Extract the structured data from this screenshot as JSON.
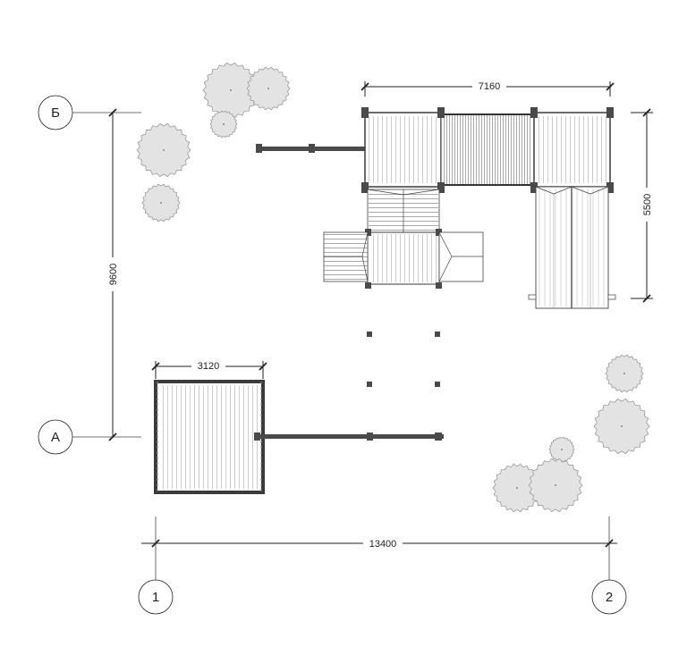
{
  "dimensions": {
    "top_width": "7160",
    "right_height": "5500",
    "left_height": "9600",
    "small_width": "3120",
    "total_width": "13400"
  },
  "axes": {
    "row_top": "Б",
    "row_bottom": "А",
    "col_left": "1",
    "col_right": "2"
  },
  "colors": {
    "line": "#222222",
    "post": "#4a4a4a",
    "tree": "#e3e3e3"
  }
}
